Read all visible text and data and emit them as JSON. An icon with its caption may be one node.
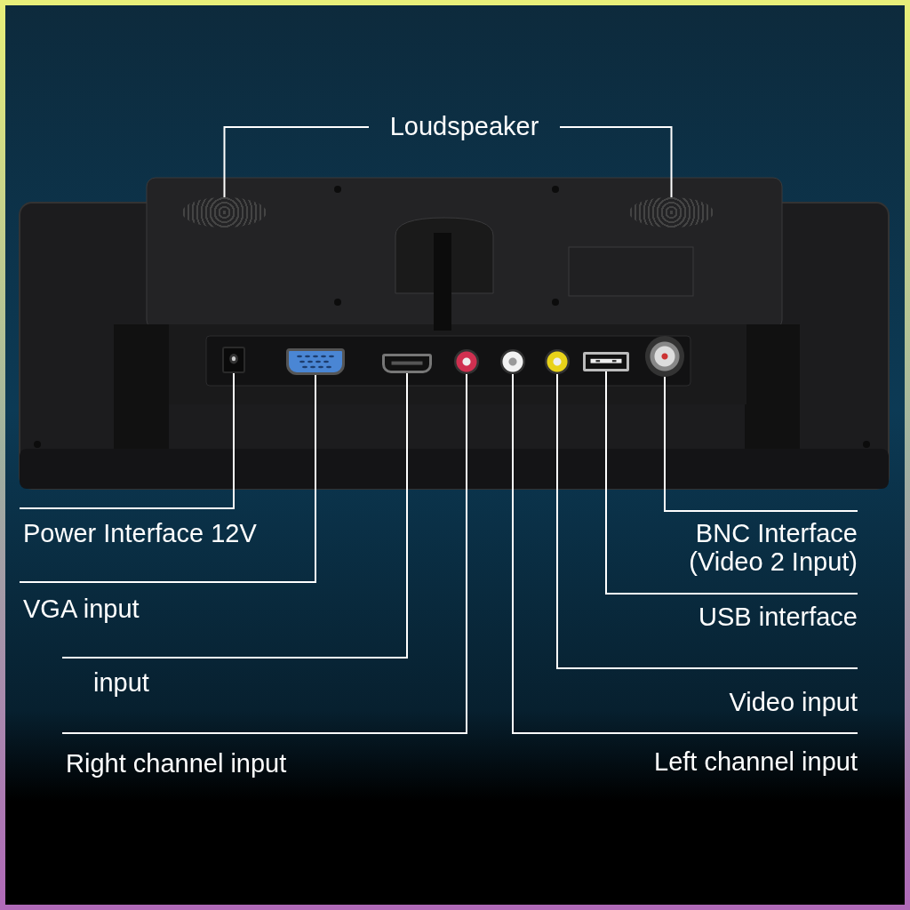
{
  "diagram": {
    "nodes": [
      {
        "text": [
          "Loudspeaker"
        ]
      },
      {
        "text": [],
        "shape": "picture"
      },
      {
        "text": [],
        "shape": "picture"
      },
      {
        "text": [
          "Power Interface 12V"
        ]
      },
      {
        "text": [],
        "shape": "picture"
      },
      {
        "text": [
          "VGA input"
        ]
      },
      {
        "text": [],
        "shape": "picture"
      },
      {
        "text": [
          "input"
        ]
      },
      {
        "text": [],
        "shape": "picture"
      },
      {
        "text": [
          "Right channel input"
        ]
      },
      {
        "text": [],
        "shape": "picture"
      },
      {
        "text": [
          "BNC Interface (Video 2 Input)"
        ]
      },
      {
        "text": [],
        "shape": "picture"
      },
      {
        "text": [
          "USB interface"
        ]
      },
      {
        "text": [],
        "shape": "picture"
      },
      {
        "text": [
          "Video input"
        ]
      },
      {
        "text": [],
        "shape": "picture"
      },
      {
        "text": [
          "Left channel input"
        ]
      },
      {
        "text": [],
        "shape": "picture"
      }
    ],
    "edges": [
      {
        "from": 0,
        "to": 1,
        "arrow": "none"
      },
      {
        "from": 0,
        "to": 2,
        "arrow": "none"
      },
      {
        "from": 3,
        "to": 4,
        "arrow": "none"
      },
      {
        "from": 5,
        "to": 6,
        "arrow": "none"
      },
      {
        "from": 7,
        "to": 8,
        "arrow": "none"
      },
      {
        "from": 9,
        "to": 10,
        "arrow": "none"
      },
      {
        "from": 11,
        "to": 12,
        "arrow": "none"
      },
      {
        "from": 13,
        "to": 14,
        "arrow": "none"
      },
      {
        "from": 15,
        "to": 16,
        "arrow": "none"
      },
      {
        "from": 17,
        "to": 18,
        "arrow": "none"
      }
    ]
  }
}
